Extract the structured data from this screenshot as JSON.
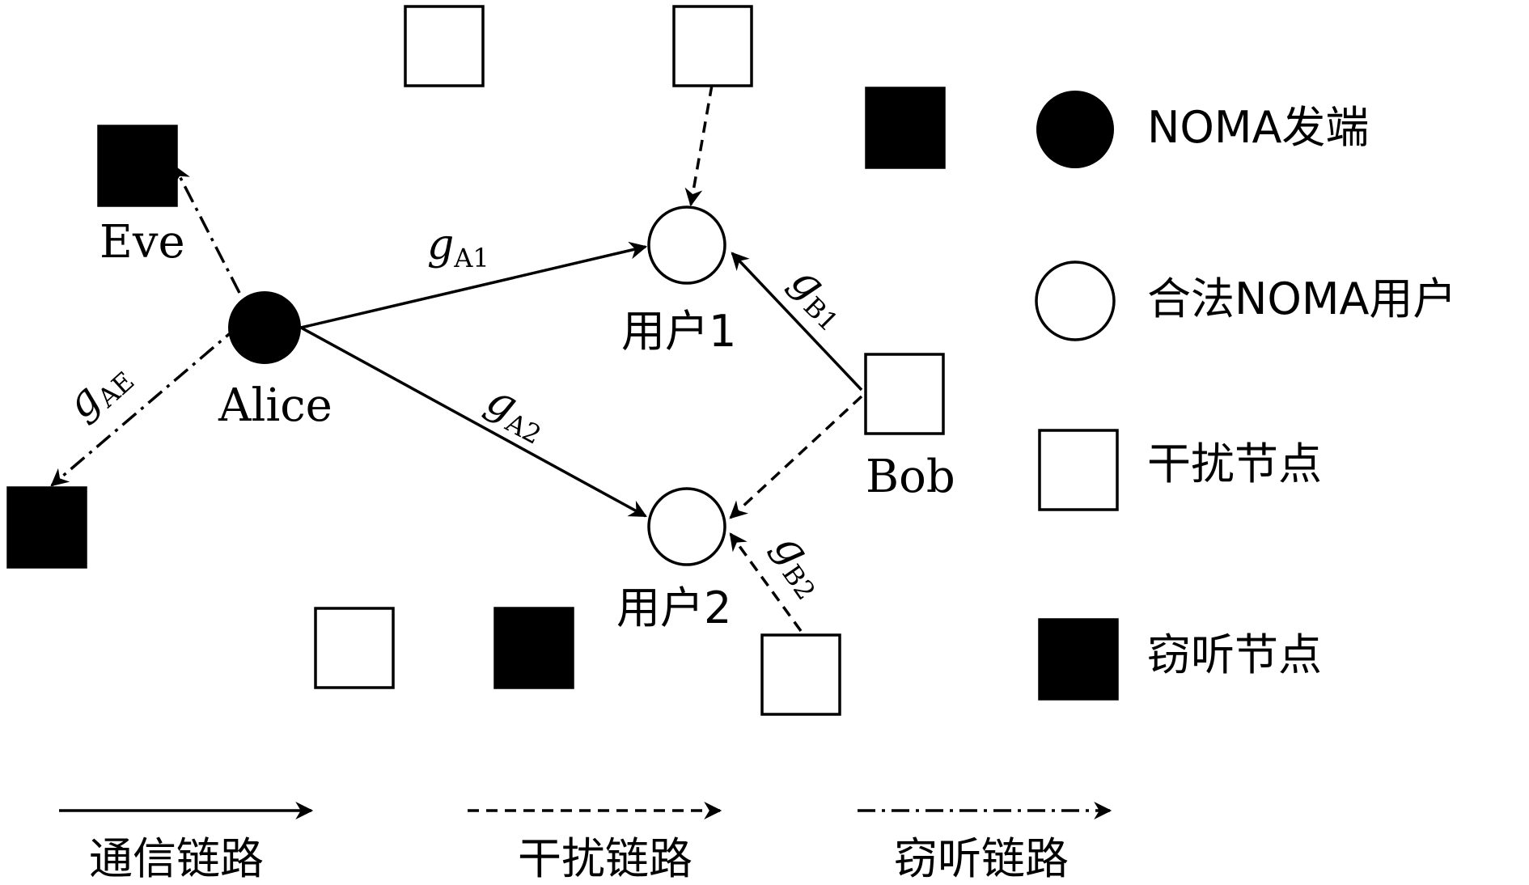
{
  "nodes": {
    "eve": "Eve",
    "alice": "Alice",
    "bob": "Bob",
    "user1": "用户1",
    "user2": "用户2"
  },
  "channels": {
    "ae": {
      "symbol": "g",
      "sub": "AE"
    },
    "a1": {
      "symbol": "g",
      "sub": "A1"
    },
    "a2": {
      "symbol": "g",
      "sub": "A2"
    },
    "b1": {
      "symbol": "g",
      "sub": "B1"
    },
    "b2": {
      "symbol": "g",
      "sub": "B2"
    }
  },
  "legend": {
    "noma_tx": "NOMA发端",
    "legit_user": "合法NOMA用户",
    "jammer": "干扰节点",
    "eavesdropper": "窃听节点"
  },
  "link_legend": {
    "comm": "通信链路",
    "jam": "干扰链路",
    "eaves": "窃听链路"
  }
}
